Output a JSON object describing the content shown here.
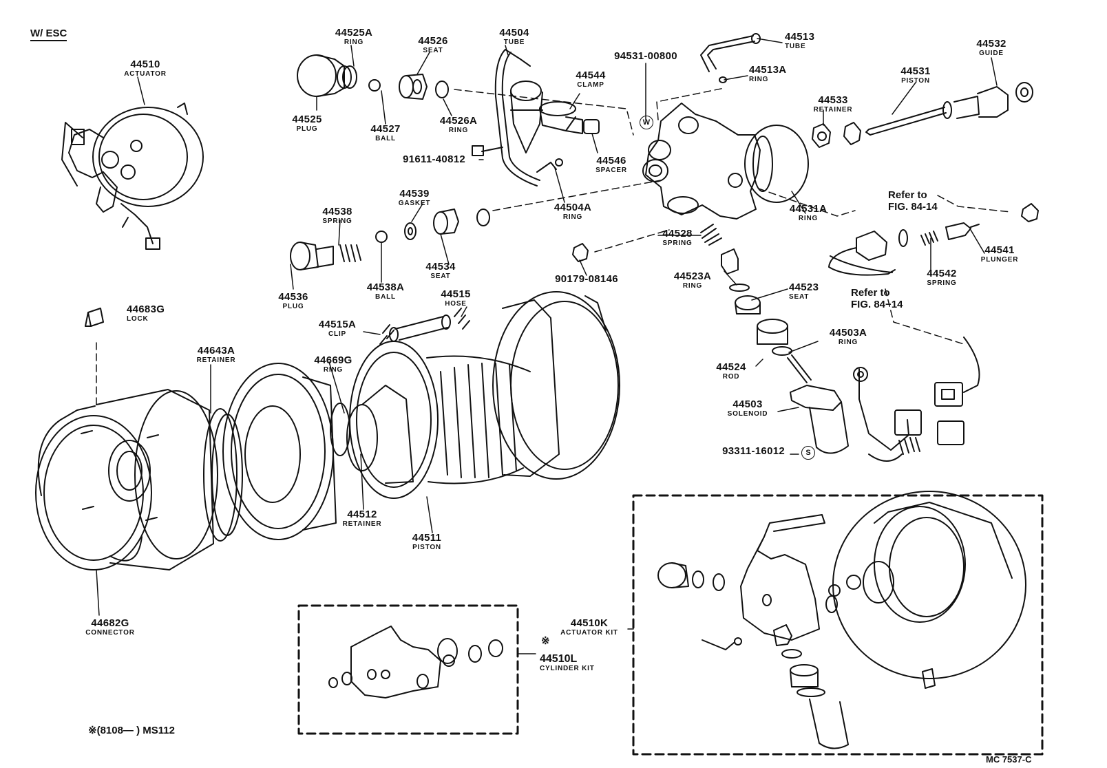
{
  "header": {
    "title": "W/ ESC"
  },
  "parts": {
    "p44510": {
      "num": "44510",
      "name": "ACTUATOR"
    },
    "p44525A": {
      "num": "44525A",
      "name": "RING"
    },
    "p44526": {
      "num": "44526",
      "name": "SEAT"
    },
    "p44504": {
      "num": "44504",
      "name": "TUBE"
    },
    "p44513": {
      "num": "44513",
      "name": "TUBE"
    },
    "p44532": {
      "num": "44532",
      "name": "GUIDE"
    },
    "p44525": {
      "num": "44525",
      "name": "PLUG"
    },
    "p44527": {
      "num": "44527",
      "name": "BALL"
    },
    "p44526A": {
      "num": "44526A",
      "name": "RING"
    },
    "p44544": {
      "num": "44544",
      "name": "CLAMP"
    },
    "p94531": {
      "num": "94531-00800",
      "name": ""
    },
    "p44513A": {
      "num": "44513A",
      "name": "RING"
    },
    "p44531": {
      "num": "44531",
      "name": "PISTON"
    },
    "p44533": {
      "num": "44533",
      "name": "RETAINER"
    },
    "p91611": {
      "num": "91611-40812",
      "name": ""
    },
    "p44546": {
      "num": "44546",
      "name": "SPACER"
    },
    "p44504A": {
      "num": "44504A",
      "name": "RING"
    },
    "p44539": {
      "num": "44539",
      "name": "GASKET"
    },
    "p44538": {
      "num": "44538",
      "name": "SPRING"
    },
    "p44531A": {
      "num": "44531A",
      "name": "RING"
    },
    "p44528": {
      "num": "44528",
      "name": "SPRING"
    },
    "p44534": {
      "num": "44534",
      "name": "SEAT"
    },
    "p90179": {
      "num": "90179-08146",
      "name": ""
    },
    "p44541": {
      "num": "44541",
      "name": "PLUNGER"
    },
    "p44523A": {
      "num": "44523A",
      "name": "RING"
    },
    "p44542": {
      "num": "44542",
      "name": "SPRING"
    },
    "p44536": {
      "num": "44536",
      "name": "PLUG"
    },
    "p44538A": {
      "num": "44538A",
      "name": "BALL"
    },
    "p44515": {
      "num": "44515",
      "name": "HOSE"
    },
    "p44523": {
      "num": "44523",
      "name": "SEAT"
    },
    "p44683G": {
      "num": "44683G",
      "name": "LOCK"
    },
    "p44515A": {
      "num": "44515A",
      "name": "CLIP"
    },
    "p44503A": {
      "num": "44503A",
      "name": "RING"
    },
    "p44643A": {
      "num": "44643A",
      "name": "RETAINER"
    },
    "p44669G": {
      "num": "44669G",
      "name": "RING"
    },
    "p44524": {
      "num": "44524",
      "name": "ROD"
    },
    "p44503": {
      "num": "44503",
      "name": "SOLENOID"
    },
    "p93311": {
      "num": "93311-16012",
      "name": ""
    },
    "p44512": {
      "num": "44512",
      "name": "RETAINER"
    },
    "p44511": {
      "num": "44511",
      "name": "PISTON"
    },
    "p44682G": {
      "num": "44682G",
      "name": "CONNECTOR"
    },
    "p44510K": {
      "num": "44510K",
      "name": "ACTUATOR KIT"
    },
    "p44510L": {
      "num": "44510L",
      "name": "CYLINDER KIT"
    }
  },
  "refs": {
    "ref1_line1": "Refer to",
    "ref1_line2": "FIG. 84-14",
    "ref2_line1": "Refer to",
    "ref2_line2": "FIG. 84−14"
  },
  "symbols": {
    "w": "W",
    "s": "S",
    "asterisk": "※"
  },
  "footer": {
    "note": "※(8108—         ) MS112",
    "code": "MC  7537-C"
  }
}
